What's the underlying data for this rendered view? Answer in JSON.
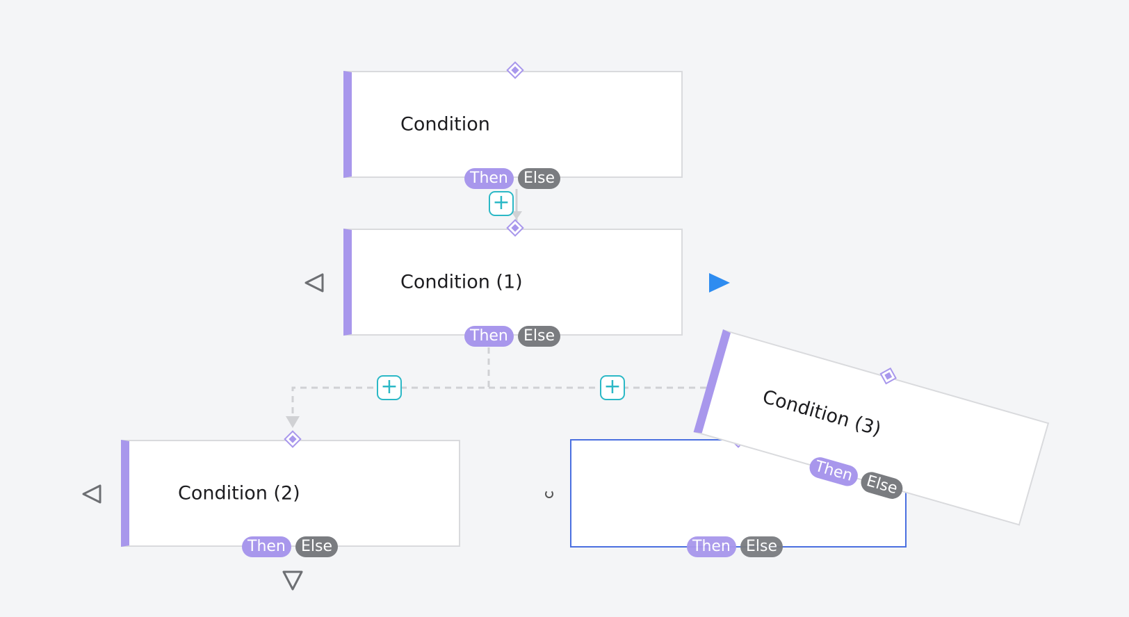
{
  "nodes": [
    {
      "id": "condition",
      "label": "Condition",
      "then_label": "Then",
      "else_label": "Else"
    },
    {
      "id": "condition-1",
      "label": "Condition (1)",
      "then_label": "Then",
      "else_label": "Else"
    },
    {
      "id": "condition-2",
      "label": "Condition (2)",
      "then_label": "Then",
      "else_label": "Else"
    },
    {
      "id": "condition-3",
      "label": "Condition (3)",
      "then_label": "Then",
      "else_label": "Else"
    }
  ],
  "ghost_node": {
    "label": "",
    "then_label": "Then",
    "else_label": "Else"
  },
  "add_button": {
    "symbol": "+"
  },
  "colors": {
    "accent": "#a897ec",
    "else_pill": "#7a7c80",
    "add_button": "#2bb8c6",
    "connector": "#d0d1d4",
    "drop_target": "#4a6fe0",
    "active_arrow": "#2e8cf0",
    "collapse_arrow": "#6d6f73"
  },
  "icons": {
    "collapse_left": "triangle-left-outline-icon",
    "collapse_right": "triangle-right-filled-icon",
    "collapse_down": "triangle-down-outline-icon",
    "port": "diamond-port-icon",
    "add": "plus-icon",
    "loading": "spinner-icon"
  }
}
